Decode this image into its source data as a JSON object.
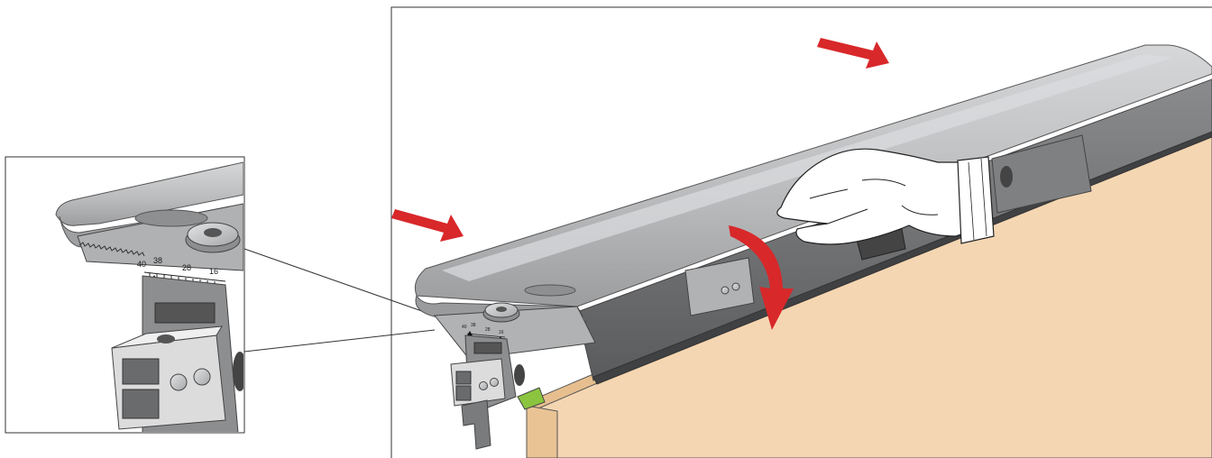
{
  "figure": {
    "inset_scale_labels": [
      "40",
      "38",
      "28",
      "16"
    ],
    "main_scale_labels": [
      "40",
      "38",
      "28",
      "16"
    ],
    "colors": {
      "rail_light": "#c7c7c9",
      "rail_mid": "#a8a9ab",
      "rail_dark": "#6f7072",
      "rail_shadow": "#5a5b5d",
      "door_face": "#f5d6b2",
      "door_edge": "#e7bf8f",
      "arrow_red": "#d8282a",
      "line_dark": "#1a1a1a",
      "green_part": "#8bc53f"
    },
    "icons": [
      "push-arrow-icon",
      "rotate-arrow-icon",
      "hand-icon",
      "screw-icon",
      "up-arrow-icon"
    ]
  }
}
